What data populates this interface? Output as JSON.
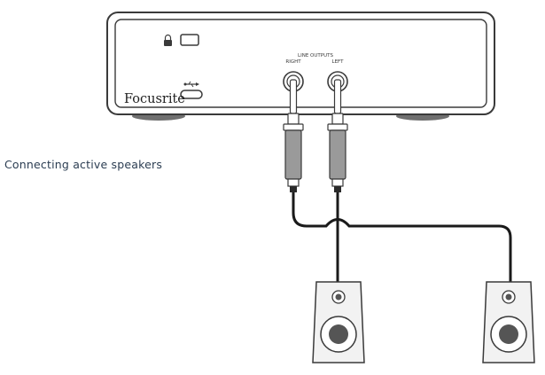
{
  "caption": "Connecting active speakers",
  "device": {
    "brand": "Focusrite",
    "outputs_heading": "LINE OUTPUTS",
    "right_label": "RIGHT",
    "left_label": "LEFT"
  },
  "icons": {
    "lock": "lock-icon",
    "usb": "usb-icon"
  },
  "colors": {
    "outline": "#3a3a3a",
    "caption": "#2b3d52",
    "cable": "#1a1a1a",
    "plug_body": "#9a9a9a",
    "speaker_face": "#f2f2f2",
    "device_feet": "#6f6f6f"
  }
}
